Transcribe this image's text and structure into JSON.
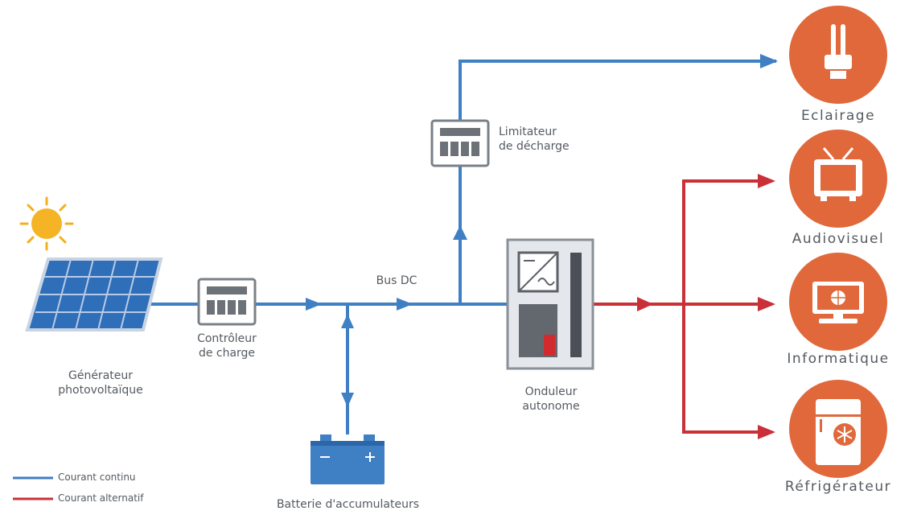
{
  "colors": {
    "dc": "#3f7fc4",
    "ac": "#c93038",
    "load_circle": "#e0683b",
    "device": "#4d7ac0",
    "text": "#555a60"
  },
  "nodes": {
    "generator": {
      "line1": "Générateur",
      "line2": "photovoltaïque",
      "icon": "solar-panel-icon"
    },
    "sun": {
      "icon": "sun-icon"
    },
    "charge_controller": {
      "line1": "Contrôleur",
      "line2": "de charge",
      "icon": "controller-icon"
    },
    "bus": {
      "label": "Bus DC"
    },
    "battery": {
      "label": "Batterie d'accumulateurs",
      "icon": "battery-icon"
    },
    "discharge_limiter": {
      "line1": "Limitateur",
      "line2": "de décharge",
      "icon": "controller-icon"
    },
    "inverter": {
      "line1": "Onduleur",
      "line2": "autonome",
      "icon": "inverter-icon"
    }
  },
  "loads": [
    {
      "label": "Eclairage",
      "icon": "lightbulb-icon"
    },
    {
      "label": "Audiovisuel",
      "icon": "tv-icon"
    },
    {
      "label": "Informatique",
      "icon": "computer-icon"
    },
    {
      "label": "Réfrigérateur",
      "icon": "fridge-icon"
    }
  ],
  "legend": {
    "dc": "Courant continu",
    "ac": "Courant alternatif"
  }
}
